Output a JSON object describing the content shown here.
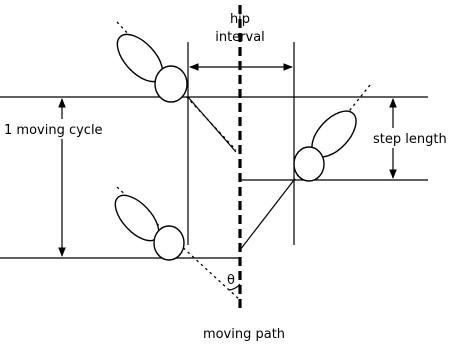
{
  "labels": {
    "hip_interval_line1": "hip",
    "hip_interval_line2": "interval",
    "moving_cycle": "1 moving cycle",
    "step_length": "step length",
    "theta": "θ",
    "moving_path": "moving path"
  }
}
